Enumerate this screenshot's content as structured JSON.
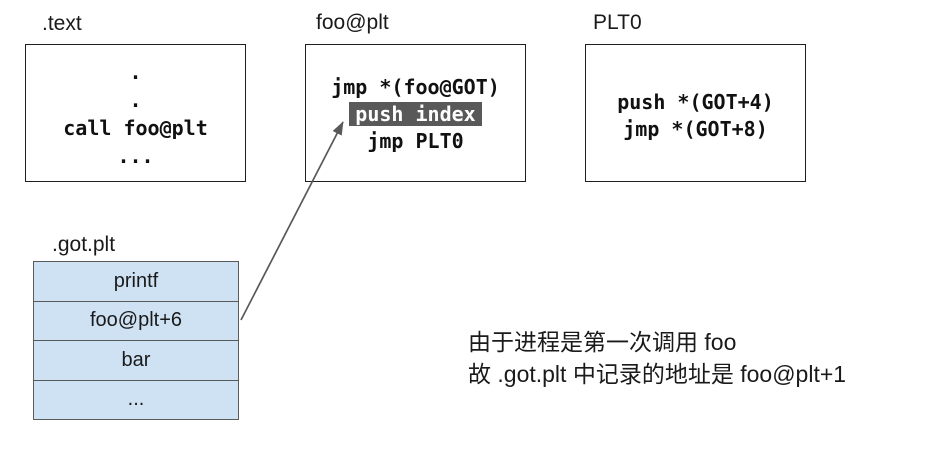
{
  "sections": {
    "text": {
      "label": ".text",
      "lines": [
        ".",
        ".",
        "call foo@plt",
        "..."
      ]
    },
    "foo_plt": {
      "label": "foo@plt",
      "line_jmp_got": "jmp *(foo@GOT)",
      "line_push_index": "push index",
      "line_jmp_plt0": "jmp PLT0"
    },
    "plt0": {
      "label": "PLT0",
      "lines": [
        "push *(GOT+4)",
        "jmp *(GOT+8)"
      ]
    },
    "got_plt": {
      "label": ".got.plt",
      "rows": [
        "printf",
        "foo@plt+6",
        "bar",
        "..."
      ]
    }
  },
  "annotation": {
    "line1": "由于进程是第一次调用 foo",
    "line2": "故 .got.plt 中记录的地址是 foo@plt+1"
  },
  "colors": {
    "highlight_bg": "#595959",
    "highlight_text": "#ffffff",
    "got_row_fill": "#cfe2f3",
    "got_border": "#5a5a5a",
    "box_border": "#1f1f1f",
    "arrow": "#595959"
  }
}
